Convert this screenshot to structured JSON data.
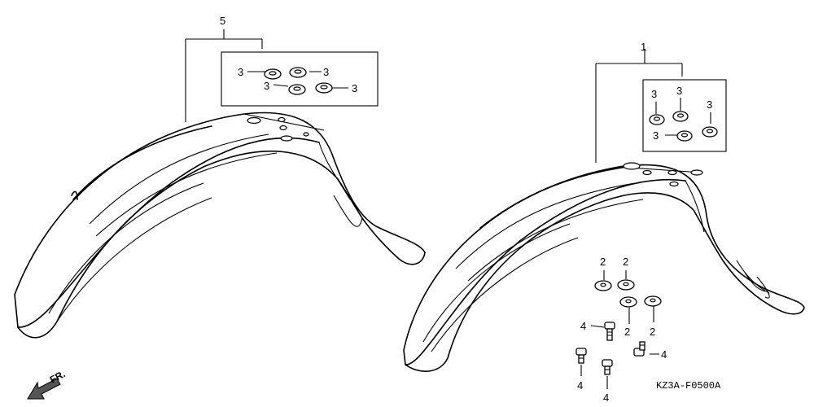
{
  "callouts": {
    "front_fender": "5",
    "rear_fender": "1",
    "nut": "3",
    "washer": "2",
    "bolt": "4"
  },
  "direction_label": "FR.",
  "diagram_code": "KZ3A-F0500A"
}
